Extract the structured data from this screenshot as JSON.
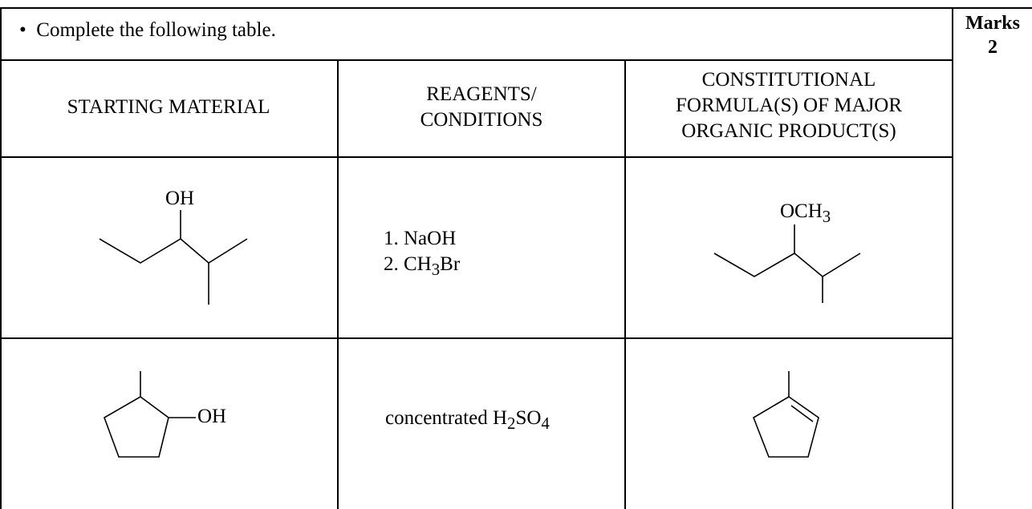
{
  "question": {
    "bullet": "•",
    "instruction": "Complete the following table."
  },
  "marks": {
    "label": "Marks",
    "value": "2"
  },
  "table": {
    "headers": [
      {
        "lines": [
          "STARTING MATERIAL"
        ]
      },
      {
        "lines": [
          "REAGENTS/",
          "CONDITIONS"
        ]
      },
      {
        "lines": [
          "CONSTITUTIONAL",
          "FORMULA(S) OF MAJOR",
          "ORGANIC PRODUCT(S)"
        ]
      }
    ],
    "rows": [
      {
        "starting_label": "OH",
        "reagents": [
          "1. NaOH",
          "2. CH3Br"
        ],
        "product_label": "OCH3"
      },
      {
        "starting_label": "OH",
        "reagents": [
          "concentrated H2SO4"
        ],
        "product_label": ""
      }
    ]
  }
}
